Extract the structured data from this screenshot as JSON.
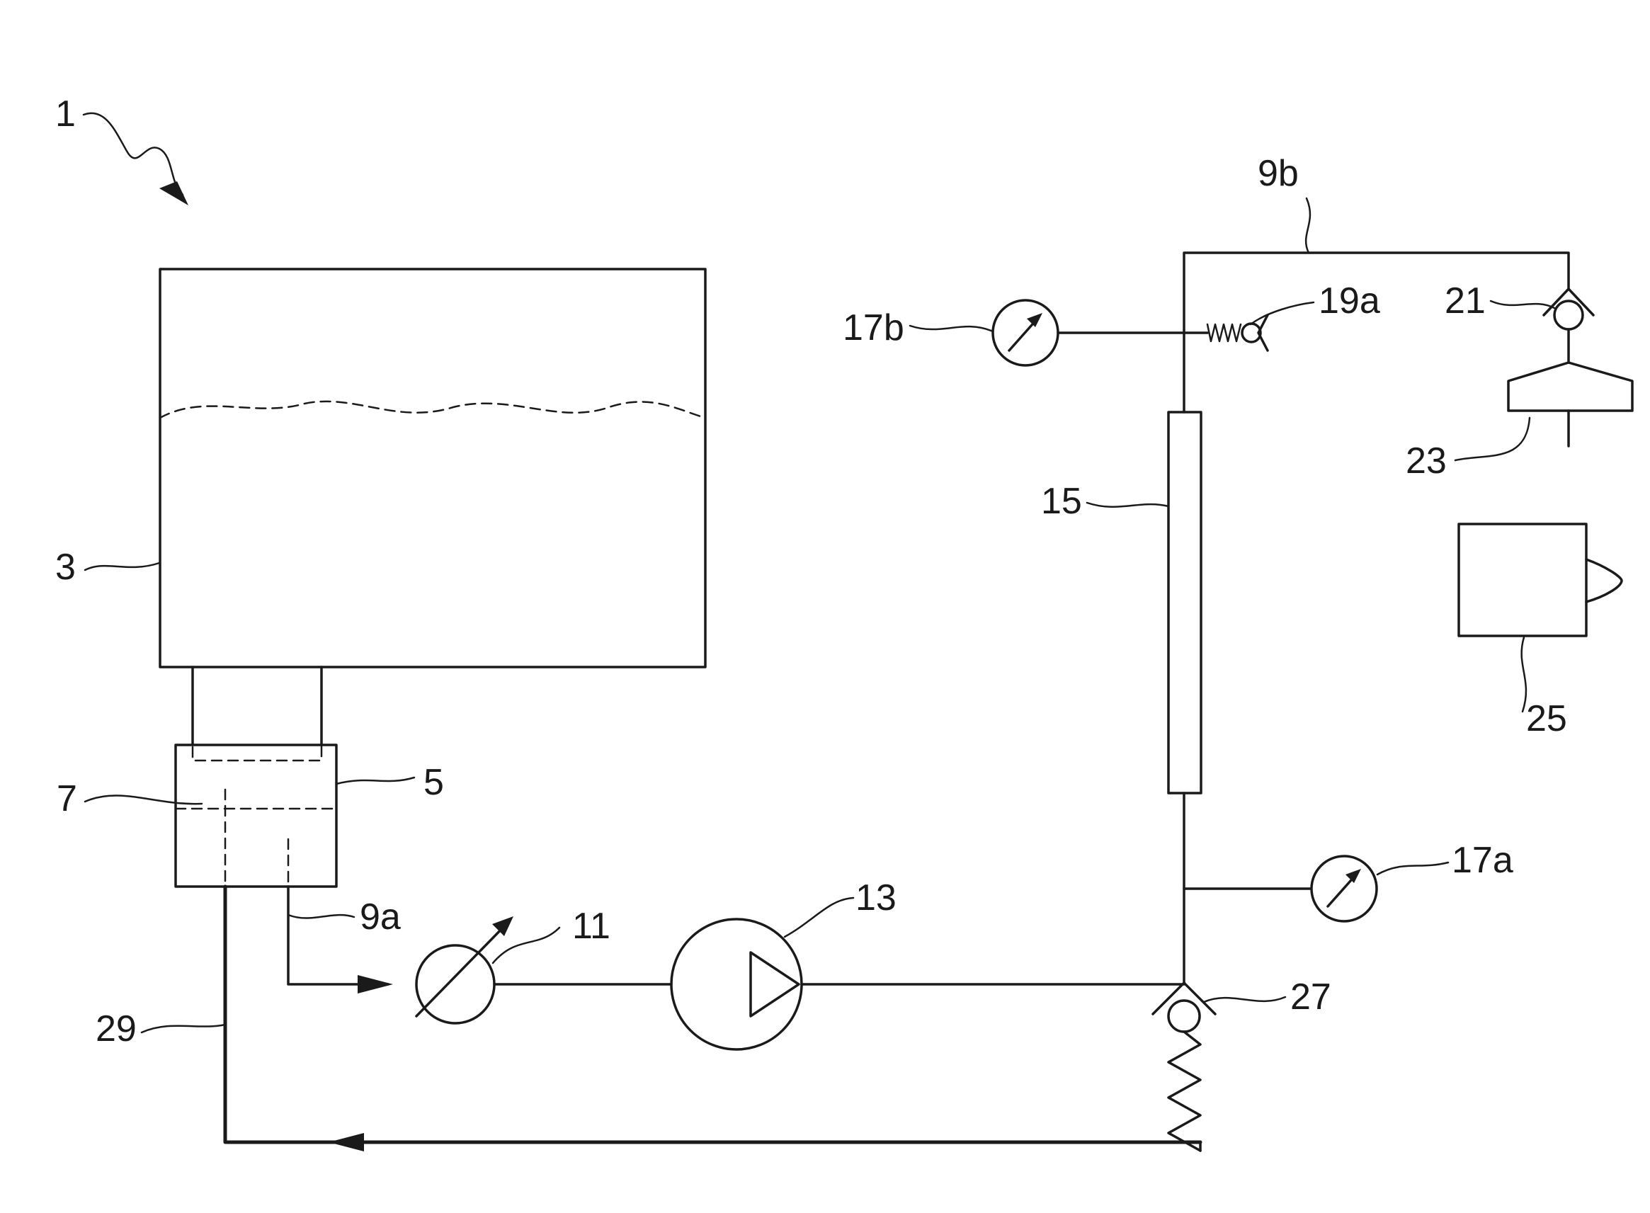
{
  "labels": {
    "system": "1",
    "tank": "3",
    "sump": "5",
    "filter": "7",
    "line_inlet": "9a",
    "line_outlet": "9b",
    "valve_11": "11",
    "pump": "13",
    "component_15": "15",
    "gauge_a": "17a",
    "gauge_b": "17b",
    "check_valve_19a": "19a",
    "check_valve_21": "21",
    "nozzle_23": "23",
    "box_25": "25",
    "relief_valve_27": "27",
    "return_line": "29"
  }
}
